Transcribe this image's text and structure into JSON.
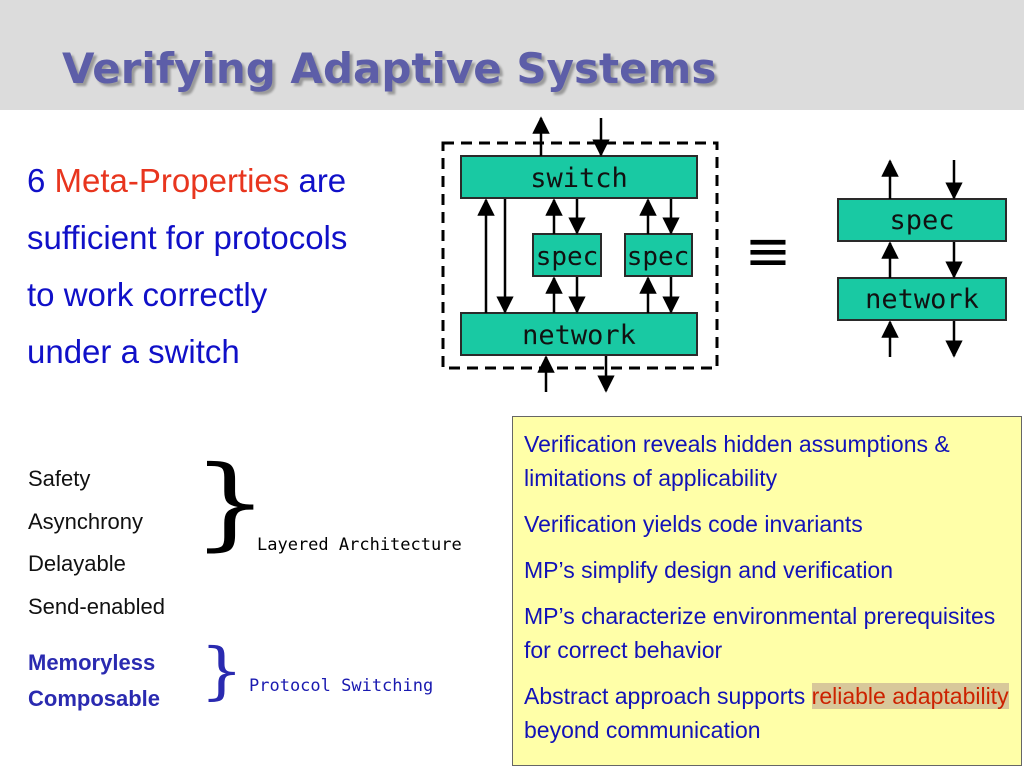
{
  "title": "Verifying Adaptive Systems",
  "intro": {
    "num": "6",
    "accent": "Meta-Properties",
    "rest_line1": "are",
    "line2": "sufficient for protocols",
    "line3": "to work correctly",
    "line4": "under a switch"
  },
  "diagram": {
    "left": {
      "switch": "switch",
      "spec_a": "spec",
      "spec_b": "spec",
      "network": "network"
    },
    "equiv": "≡",
    "right": {
      "spec": "spec",
      "network": "network"
    },
    "colors": {
      "box_fill": "#19c9a3",
      "box_stroke": "#2a2a2a"
    }
  },
  "properties": {
    "group1": [
      "Safety",
      "Asynchrony",
      "Delayable",
      "Send-enabled"
    ],
    "group1_label": "Layered Architecture",
    "group2": [
      "Memoryless",
      "Composable"
    ],
    "group2_label": "Protocol Switching"
  },
  "notes": {
    "items": [
      "Verification reveals hidden assumptions & limitations of applicability",
      "Verification yields code invariants",
      "MP’s simplify design and verification",
      "MP’s characterize environmental prerequisites for correct behavior"
    ],
    "last_prefix": "Abstract approach supports ",
    "last_highlight": "reliable adaptability",
    "last_suffix": " beyond communication"
  }
}
